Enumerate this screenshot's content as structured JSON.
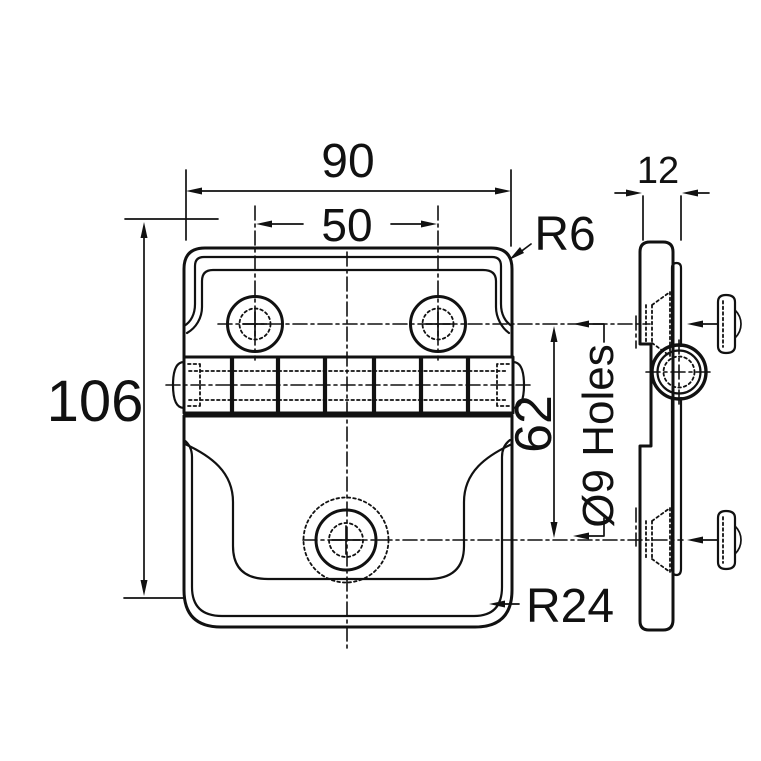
{
  "colors": {
    "ink": "#111111",
    "background": "#ffffff"
  },
  "dimensions": {
    "overall_width": "90",
    "hole_spacing_horizontal": "50",
    "top_corner_radius": "R6",
    "leaf_thickness": "12",
    "overall_height": "106",
    "hole_spacing_vertical": "62",
    "hole_diameter_note": "Ø9 Holes",
    "bottom_corner_radius": "R24"
  }
}
